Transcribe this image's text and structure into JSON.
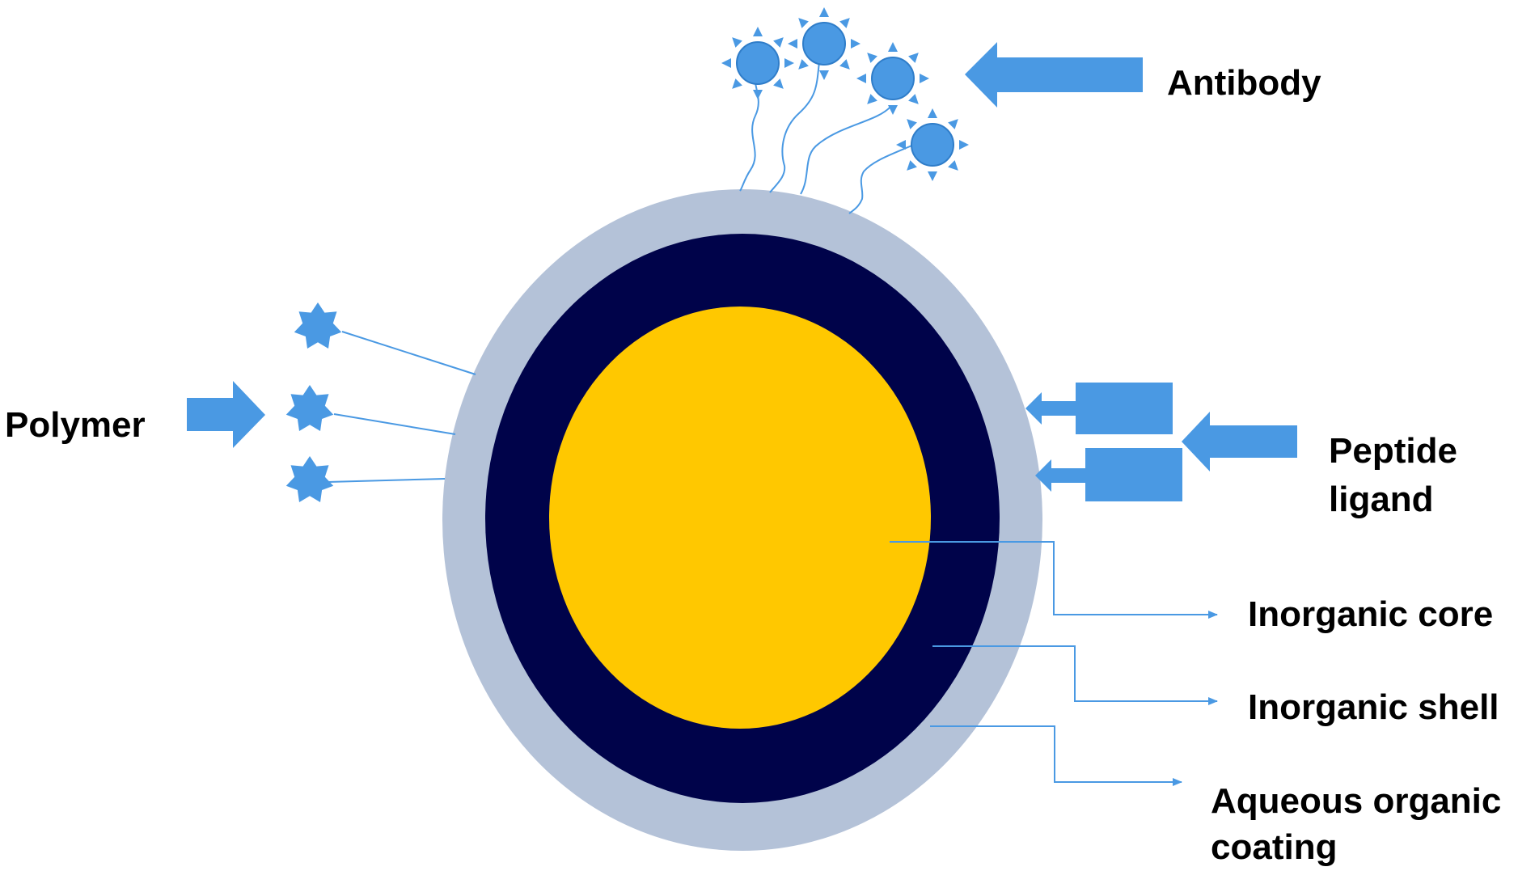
{
  "labels": {
    "antibody": "Antibody",
    "polymer": "Polymer",
    "peptide_line1": "Peptide",
    "peptide_line2": "ligand",
    "inorganic_core": "Inorganic core",
    "inorganic_shell": "Inorganic shell",
    "coating_line1": "Aqueous organic",
    "coating_line2": "coating"
  },
  "colors": {
    "coating": "#b4c2d8",
    "shell": "#00034a",
    "core": "#ffc800",
    "accent": "#4a99e3",
    "text": "#000000"
  },
  "icons": {
    "antibody": "sun-icon",
    "polymer": "star-icon",
    "peptide_ligand": "rectangle-block",
    "pointer": "block-arrow"
  }
}
